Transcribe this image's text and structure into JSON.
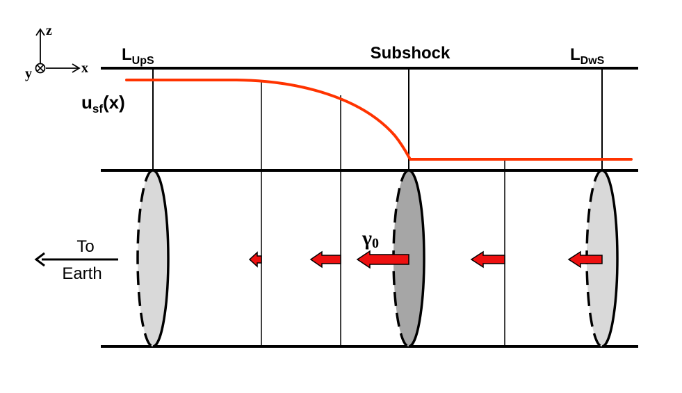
{
  "axes": {
    "z_label": "z",
    "x_label": "x",
    "y_label": "y"
  },
  "labels": {
    "upstream_base": "L",
    "upstream_sub": "UpS",
    "subshock": "Subshock",
    "downstream_base": "L",
    "downstream_sub": "DwS",
    "velocity_base": "u",
    "velocity_sub": "sf",
    "velocity_arg": "(x)",
    "gamma": "γ",
    "gamma_sub": "0",
    "earth_line1": "To",
    "earth_line2": "Earth"
  },
  "colors": {
    "line": "#000000",
    "velocity_profile": "#ff3300",
    "arrow_fill": "#ee1111",
    "disk_light": "#d9d9d9",
    "disk_dark": "#a6a6a6"
  }
}
